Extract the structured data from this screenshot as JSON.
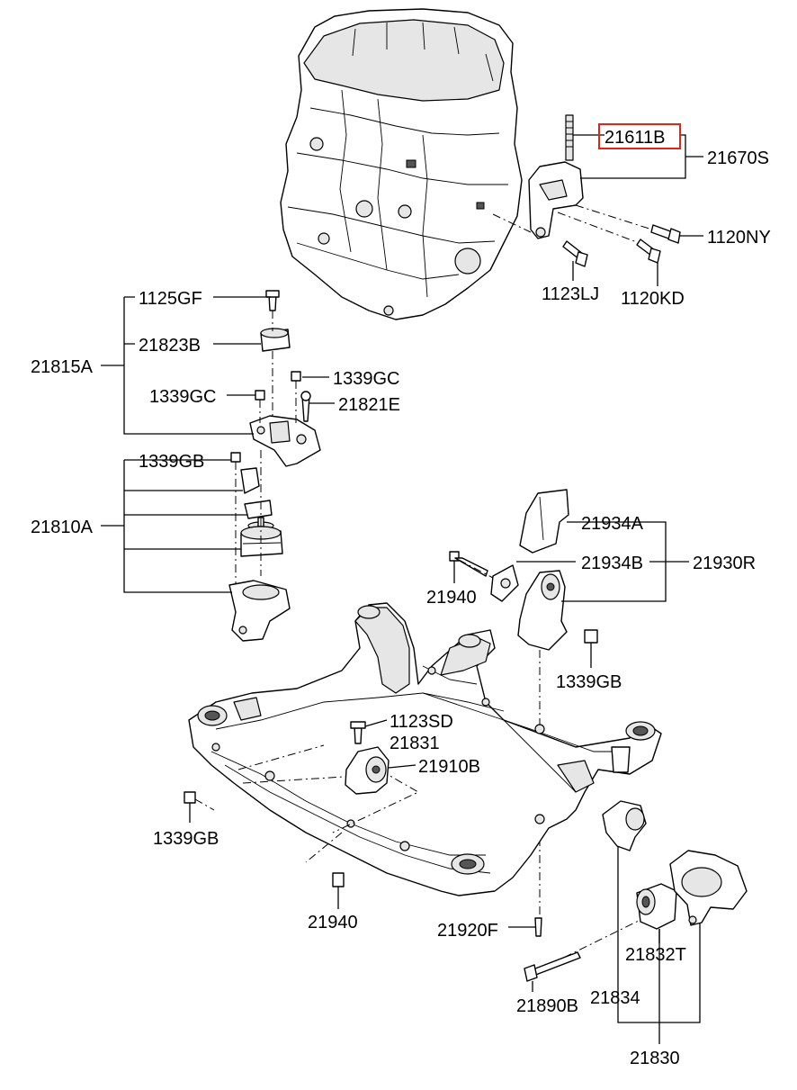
{
  "diagram": {
    "highlight_color": "#e0231b",
    "labels": {
      "p21611B": "21611B",
      "p21670S": "21670S",
      "p1120NY": "1120NY",
      "p1123LJ": "1123LJ",
      "p1120KD": "1120KD",
      "p1125GF": "1125GF",
      "p21823B": "21823B",
      "p21815A": "21815A",
      "p1339GC_a": "1339GC",
      "p1339GC_b": "1339GC",
      "p21821E": "21821E",
      "p1339GB_a": "1339GB",
      "p21810A": "21810A",
      "p21934A": "21934A",
      "p21934B": "21934B",
      "p21930R": "21930R",
      "p21940_a": "21940",
      "p1339GB_b": "1339GB",
      "p1123SD": "1123SD",
      "p21831": "21831",
      "p21910B": "21910B",
      "p1339GB_c": "1339GB",
      "p21940_b": "21940",
      "p21920F": "21920F",
      "p21832T": "21832T",
      "p21890B": "21890B",
      "p21834": "21834",
      "p21830": "21830"
    }
  }
}
